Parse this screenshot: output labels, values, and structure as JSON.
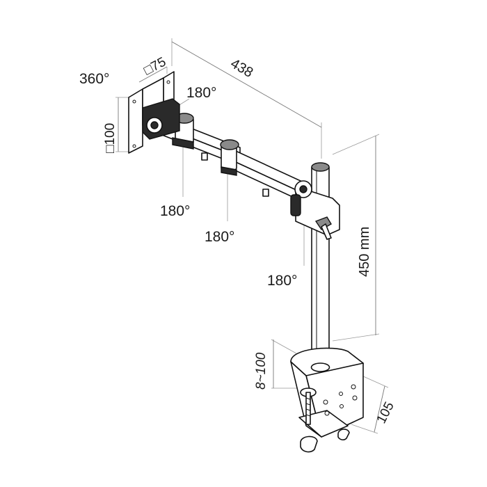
{
  "labels": {
    "rotation_360": "360°",
    "vesa_75": "□75",
    "vesa_100": "□100",
    "arm_length": "438",
    "tilt_180_top": "180°",
    "swivel_180_a": "180°",
    "swivel_180_b": "180°",
    "swivel_180_c": "180°",
    "pole_height": "450 mm",
    "clamp_range": "8~100",
    "clamp_depth": "105"
  }
}
